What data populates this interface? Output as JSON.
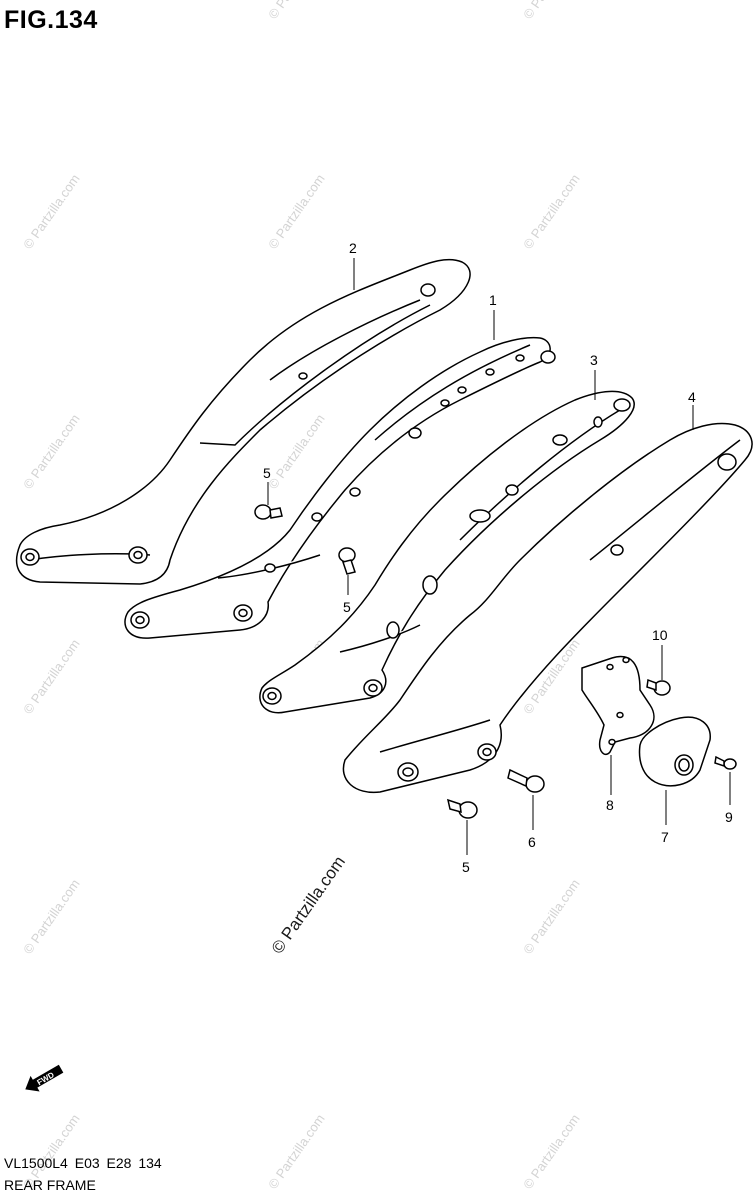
{
  "figure": {
    "title": "FIG.134"
  },
  "callouts": {
    "c1": "1",
    "c2": "2",
    "c3": "3",
    "c4": "4",
    "c5a": "5",
    "c5b": "5",
    "c5c": "5",
    "c6": "6",
    "c7": "7",
    "c8": "8",
    "c9": "9",
    "c10": "10"
  },
  "fwd_arrow": {
    "label": "FWD"
  },
  "watermark": {
    "text": "© Partzilla.com"
  },
  "footer": {
    "model_code": "VL1500L4  E03  E28  134",
    "section_name": "REAR FRAME"
  }
}
